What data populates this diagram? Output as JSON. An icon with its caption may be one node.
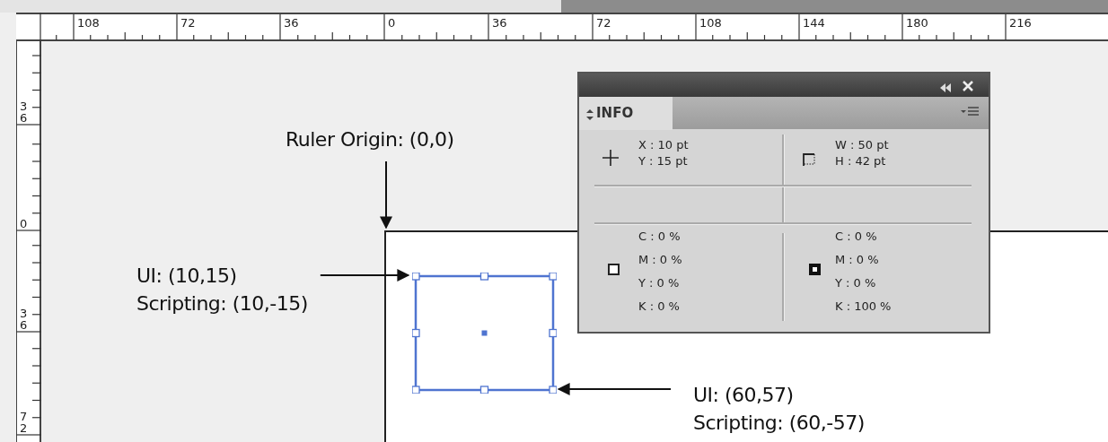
{
  "diagram": {
    "nodes": [
      {
        "text": [
          "INFO"
        ]
      },
      {
        "text": [
          "Ruler Origin: (0,0)"
        ]
      },
      {
        "text": [],
        "shape": "box"
      },
      {
        "text": [
          "UI: (10,15)",
          "Scripting: (10,-15)"
        ]
      },
      {
        "text": [],
        "shape": "box",
        "in": 2
      },
      {
        "text": [
          "UI: (60,57)",
          "Scripting: (60,-57)"
        ],
        "in": 2
      }
    ],
    "edges": [
      {
        "from": 1,
        "to": 2,
        "arrow": "to"
      },
      {
        "from": 3,
        "to": 4,
        "arrow": "to"
      },
      {
        "from": 5,
        "to": 4,
        "arrow": "to"
      }
    ],
    "labels": [
      "108",
      "72",
      "36",
      "0",
      "36",
      "72",
      "108",
      "144",
      "180",
      "216",
      "36",
      "0",
      "36",
      "72",
      "X : 10 pt",
      "Y : 15 pt",
      "W : 50 pt",
      "H : 42 pt",
      "C : 0 %",
      "M : 0 %",
      "Y : 0 %",
      "K : 0 %",
      "C : 0 %",
      "M : 0 %",
      "Y : 0 %",
      "K : 100 %"
    ]
  }
}
